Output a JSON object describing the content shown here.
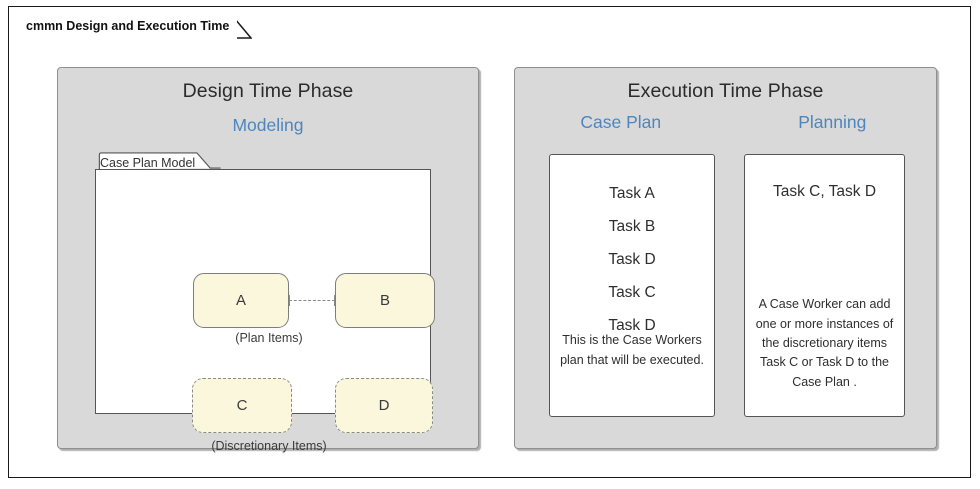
{
  "frame": {
    "title": "cmmn Design and Execution Time"
  },
  "colors": {
    "panel_background": "#d9d9d9",
    "panel_border": "#8f8f8f",
    "accent_blue": "#4d86bf",
    "task_fill": "#fbf7dc",
    "task_border": "#7d7d7d",
    "card_background": "#ffffff",
    "text": "#2e2e2e"
  },
  "design_panel": {
    "title": "Design Time Phase",
    "sub_label": "Modeling",
    "case_plan_model": {
      "name": "Case Plan Model",
      "plan_items": [
        {
          "label": "A"
        },
        {
          "label": "B"
        }
      ],
      "plan_items_caption": "(Plan Items)",
      "discretionary_items": [
        {
          "label": "C"
        },
        {
          "label": "D"
        }
      ],
      "discretionary_items_caption": "(Discretionary Items)"
    }
  },
  "execution_panel": {
    "title": "Execution Time Phase",
    "columns": [
      {
        "heading": "Case Plan"
      },
      {
        "heading": "Planning"
      }
    ],
    "case_plan_card": {
      "tasks": [
        "Task A",
        "Task B",
        "Task D",
        "Task C",
        "Task D"
      ],
      "note": "This is the Case Workers plan that will be executed."
    },
    "planning_card": {
      "title": "Task C, Task D",
      "note": "A Case Worker can add one or more instances of the discretionary items Task C or Task D to the Case Plan ."
    }
  }
}
